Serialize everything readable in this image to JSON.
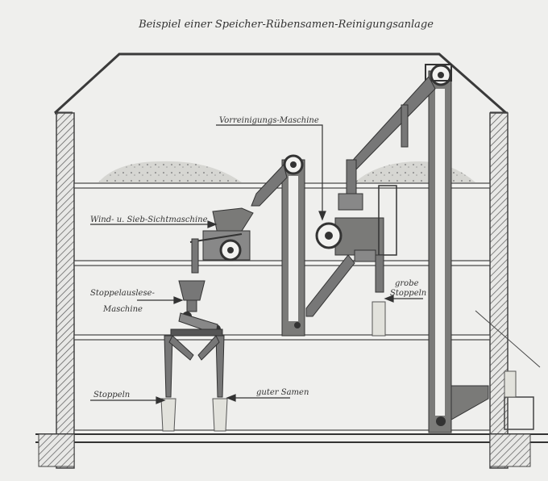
{
  "title": "Beispiel einer Speicher-Rübensamen-Reinigungsanlage",
  "labels": {
    "vorreinigung": "Vorreinigungs-Maschine",
    "windsieb": "Wind- u. Sieb-Sichtmaschine",
    "stoppel_line1": "Stoppelauslese-",
    "stoppel_line2": "Maschine",
    "grobe_line1": "grobe",
    "grobe_line2": "Stoppeln",
    "stoppeln": "Stoppeln",
    "guter_samen": "guter Samen"
  }
}
